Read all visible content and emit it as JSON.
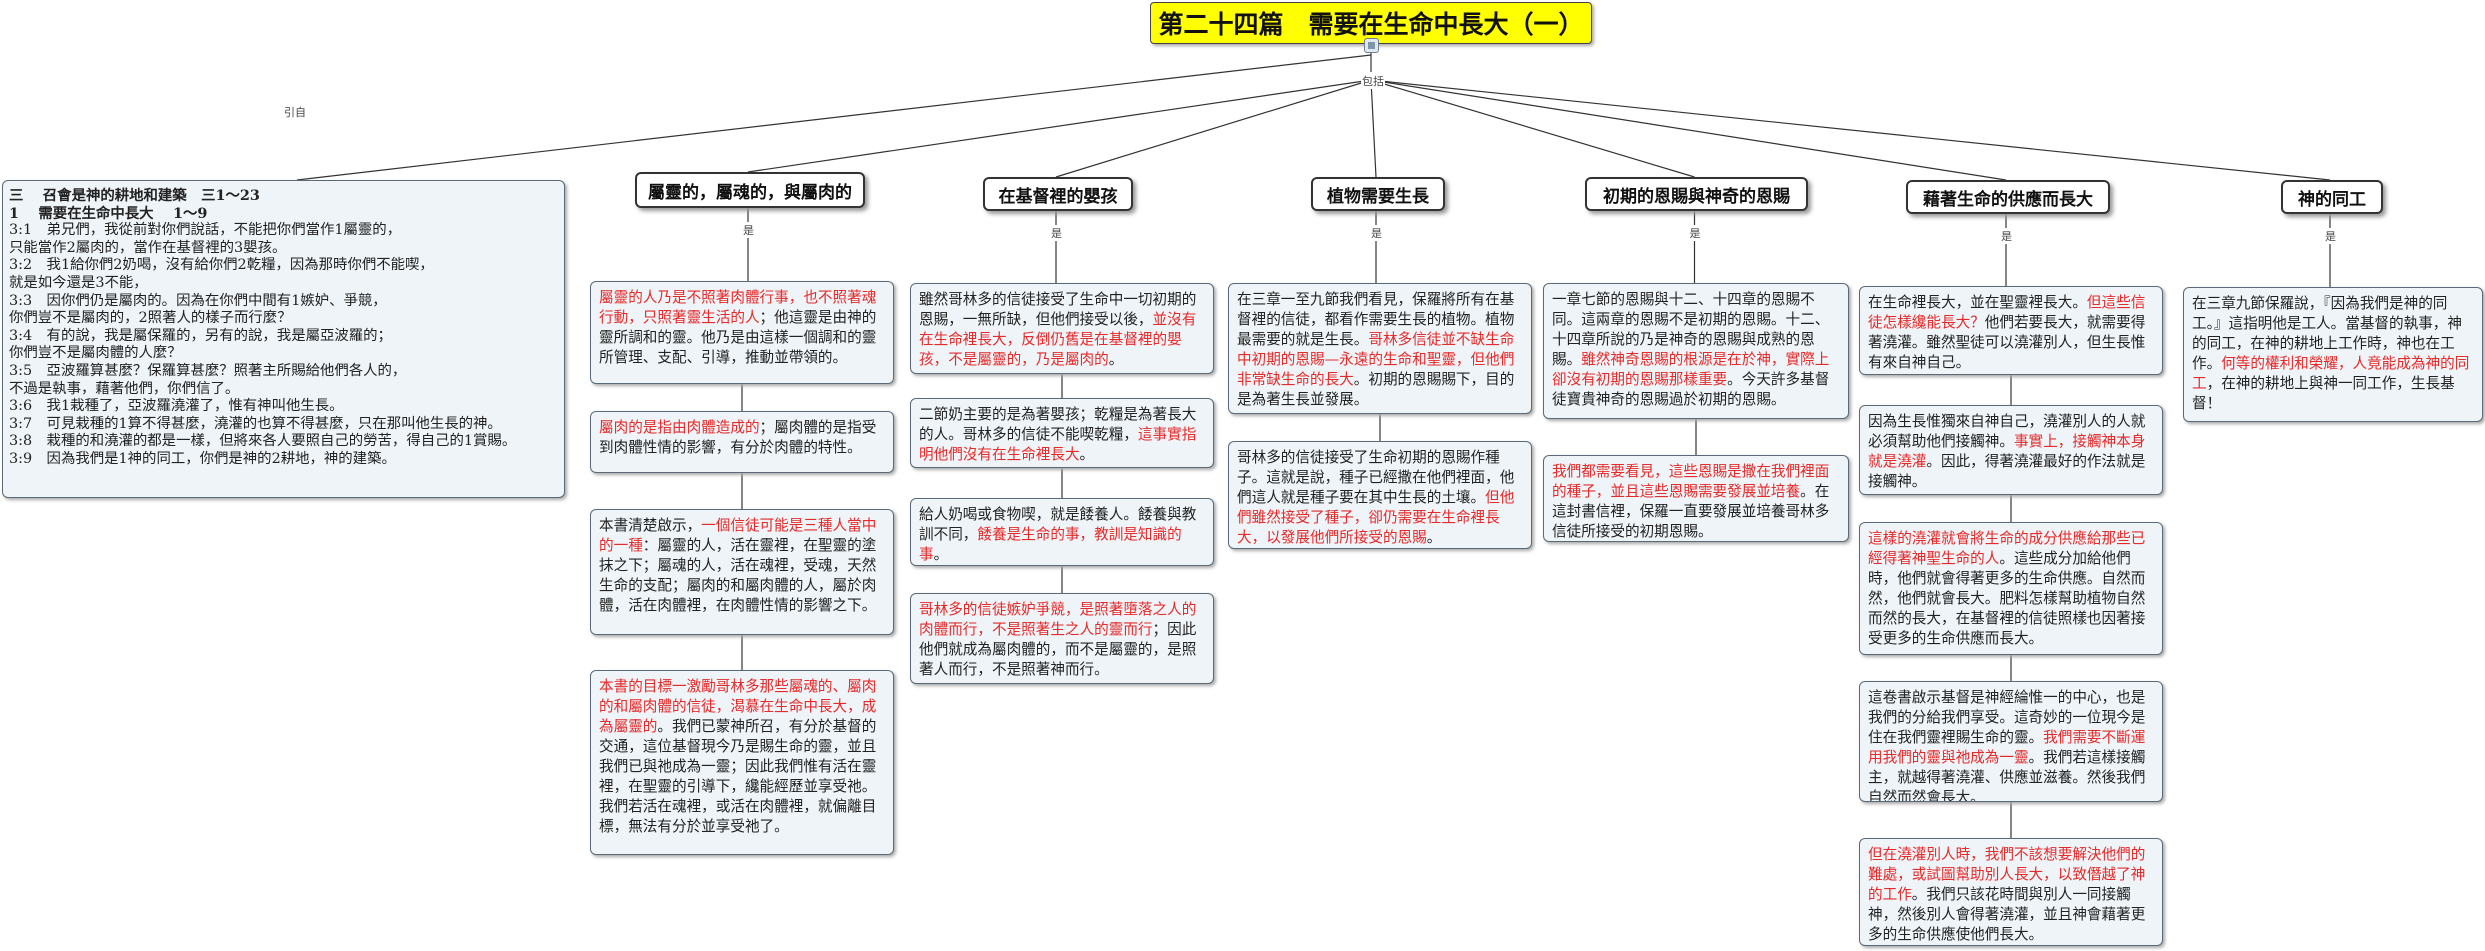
{
  "root": {
    "title": "第二十四篇　需要在生命中長大（一）"
  },
  "edge_labels": {
    "cite": "引自",
    "include": "包括",
    "is": "是"
  },
  "scripture": {
    "heading1": "三　 召會是神的耕地和建築　三1～23",
    "heading2": "1　 需要在生命中長大　 1～9",
    "verses": [
      "3:1　弟兄們，我從前對你們說話，不能把你們當作1屬靈的，",
      "只能當作2屬肉的，當作在基督裡的3嬰孩。",
      "3:2　我1給你們2奶喝，沒有給你們2乾糧，因為那時你們不能喫，",
      "就是如今還是3不能，",
      "3:3　因你們仍是屬肉的。因為在你們中間有1嫉妒、爭競，",
      "你們豈不是屬肉的，2照著人的樣子而行麼？",
      "3:4　有的說，我是屬保羅的，另有的說，我是屬亞波羅的；",
      "你們豈不是屬肉體的人麼？",
      "3:5　亞波羅算甚麼？保羅算甚麼？照著主所賜給他們各人的，",
      "不過是執事，藉著他們，你們信了。",
      "3:6　我1栽種了，亞波羅澆灌了，惟有神叫他生長。",
      "3:7　可見栽種的1算不得甚麼，澆灌的也算不得甚麼，只在那叫他生長的神。",
      "3:8　栽種的和澆灌的都是一樣，但將來各人要照自己的勞苦，得自己的1賞賜。",
      "3:9　因為我們是1神的同工，你們是神的2耕地，神的建築。"
    ]
  },
  "topics": [
    {
      "label": "屬靈的，屬魂的，與屬肉的",
      "notes": [
        [
          {
            "t": "屬靈的人乃是不照著肉體行事，也不照著魂行動，只照著靈生活的人",
            "red": true
          },
          {
            "t": "；他這靈是由神的靈所調和的靈。他乃是由這樣一個調和的靈所管理、支配、引導，推動並帶領的。",
            "red": false
          }
        ],
        [
          {
            "t": "屬肉的是指由肉體造成的",
            "red": true
          },
          {
            "t": "；屬肉體的是指受到肉體性情的影響，有分於肉體的特性。",
            "red": false
          }
        ],
        [
          {
            "t": "本書清楚啟示，",
            "red": false
          },
          {
            "t": "一個信徒可能是三種人當中的一種",
            "red": true
          },
          {
            "t": "：屬靈的人，活在靈裡，在聖靈的塗抹之下；屬魂的人，活在魂裡，受魂，天然生命的支配；屬肉的和屬肉體的人，屬於肉體，活在肉體裡，在肉體性情的影響之下。",
            "red": false
          }
        ],
        [
          {
            "t": "本書的目標一激勵哥林多那些屬魂的、屬肉的和屬肉體的信徒，渴慕在生命中長大，成為屬靈的",
            "red": true
          },
          {
            "t": "。我們已蒙神所召，有分於基督的交通，這位基督現今乃是賜生命的靈，並且我們已與祂成為一靈；因此我們惟有活在靈裡，在聖靈的引導下，纔能經歷並享受祂。我們若活在魂裡，或活在肉體裡，就偏離目標，無法有分於並享受祂了。",
            "red": false
          }
        ]
      ]
    },
    {
      "label": "在基督裡的嬰孩",
      "notes": [
        [
          {
            "t": "雖然哥林多的信徒接受了生命中一切初期的恩賜，一無所缺，但他們接受以後，",
            "red": false
          },
          {
            "t": "並沒有在生命裡長大，反倒仍舊是在基督裡的嬰孩，不是屬靈的，乃是屬肉的",
            "red": true
          },
          {
            "t": "。",
            "red": false
          }
        ],
        [
          {
            "t": "二節奶主要的是為著嬰孩；乾糧是為著長大的人。哥林多的信徒不能喫乾糧，",
            "red": false
          },
          {
            "t": "這事實指明他們沒有在生命裡長大",
            "red": true
          },
          {
            "t": "。",
            "red": false
          }
        ],
        [
          {
            "t": "給人奶喝或食物喫，就是餧養人。餧養與教訓不同，",
            "red": false
          },
          {
            "t": "餧養是生命的事，教訓是知識的事",
            "red": true
          },
          {
            "t": "。",
            "red": false
          }
        ],
        [
          {
            "t": "哥林多的信徒嫉妒爭競，是照著墮落之人的肉體而行，不是照著生之人的靈而行",
            "red": true
          },
          {
            "t": "；因此他們就成為屬肉體的，而不是屬靈的，是照著人而行，不是照著神而行。",
            "red": false
          }
        ]
      ]
    },
    {
      "label": "植物需要生長",
      "notes": [
        [
          {
            "t": "在三章一至九節我們看見，保羅將所有在基督裡的信徒，都看作需要生長的植物。植物最需要的就是生長。",
            "red": false
          },
          {
            "t": "哥林多信徒並不缺生命中初期的恩賜—永遠的生命和聖靈，但他們非常缺生命的長大",
            "red": true
          },
          {
            "t": "。初期的恩賜賜下，目的是為著生長並發展。",
            "red": false
          }
        ],
        [
          {
            "t": "哥林多的信徒接受了生命初期的恩賜作種子。這就是說，種子已經撒在他們裡面，他們這人就是種子要在其中生長的土壤。",
            "red": false
          },
          {
            "t": "但他們雖然接受了種子，卻仍需要在生命裡長大，以發展他們所接受的恩賜",
            "red": true
          },
          {
            "t": "。",
            "red": false
          }
        ]
      ]
    },
    {
      "label": "初期的恩賜與神奇的恩賜",
      "notes": [
        [
          {
            "t": "一章七節的恩賜與十二、十四章的恩賜不同。這兩章的恩賜不是初期的恩賜。十二、十四章所說的乃是神奇的恩賜與成熟的恩賜。",
            "red": false
          },
          {
            "t": "雖然神奇恩賜的根源是在於神，實際上卻沒有初期的恩賜那樣重要",
            "red": true
          },
          {
            "t": "。今天許多基督徒寶貴神奇的恩賜過於初期的恩賜。",
            "red": false
          }
        ],
        [
          {
            "t": "我們都需要看見，這些恩賜是撒在我們裡面的種子，並且這些恩賜需要發展並培養",
            "red": true
          },
          {
            "t": "。在這封書信裡，保羅一直要發展並培養哥林多信徒所接受的初期恩賜。",
            "red": false
          }
        ]
      ]
    },
    {
      "label": "藉著生命的供應而長大",
      "notes": [
        [
          {
            "t": "在生命裡長大，並在聖靈裡長大。",
            "red": false
          },
          {
            "t": "但這些信徒怎樣纔能長大？",
            "red": true
          },
          {
            "t": "他們若要長大，就需要得著澆灌。雖然聖徒可以澆灌別人，但生長惟有來自神自己。",
            "red": false
          }
        ],
        [
          {
            "t": "因為生長惟獨來自神自己，澆灌別人的人就必須幫助他們接觸神。",
            "red": false
          },
          {
            "t": "事實上，接觸神本身就是澆灌",
            "red": true
          },
          {
            "t": "。因此，得著澆灌最好的作法就是接觸神。",
            "red": false
          }
        ],
        [
          {
            "t": "這樣的澆灌就會將生命的成分供應給那些已經得著神聖生命的人",
            "red": true
          },
          {
            "t": "。這些成分加給他們時，他們就會得著更多的生命供應。自然而然，他們就會長大。肥料怎樣幫助植物自然而然的長大，在基督裡的信徒照樣也因著接受更多的生命供應而長大。",
            "red": false
          }
        ],
        [
          {
            "t": "這卷書啟示基督是神經綸惟一的中心，也是我們的分給我們享受。這奇妙的一位現今是住在我們靈裡賜生命的靈。",
            "red": false
          },
          {
            "t": "我們需要不斷運用我們的靈與祂成為一靈",
            "red": true
          },
          {
            "t": "。我們若這樣接觸主，就越得著澆灌、供應並滋養。然後我們自然而然會長大。",
            "red": false
          }
        ],
        [
          {
            "t": "但在澆灌別人時，我們不該想要解決他們的難處，或試圖幫助別人長大，以致僭越了神的工作",
            "red": true
          },
          {
            "t": "。我們只該花時間與別人一同接觸神，然後別人會得著澆灌，並且神會藉著更多的生命供應使他們長大。",
            "red": false
          }
        ]
      ]
    },
    {
      "label": "神的同工",
      "notes": [
        [
          {
            "t": "在三章九節保羅說，『因為我們是神的同工。』這指明他是工人。當基督的執事，神的同工，在神的耕地上工作時，神也在工作。",
            "red": false
          },
          {
            "t": "何等的權利和榮耀，人竟能成為神的同工",
            "red": true
          },
          {
            "t": "，在神的耕地上與神一同工作，生長基督！",
            "red": false
          }
        ]
      ]
    }
  ]
}
